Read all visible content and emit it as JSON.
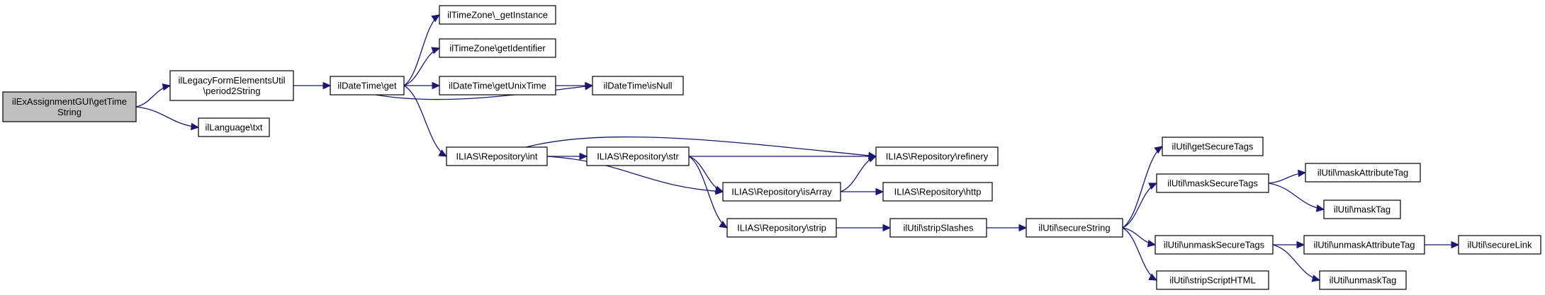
{
  "nodes": [
    {
      "id": "root",
      "lines": [
        "ilExAssignmentGUI\\getTime",
        "String"
      ],
      "root": true
    },
    {
      "id": "period2string",
      "lines": [
        "ilLegacyFormElementsUtil",
        "\\period2String"
      ]
    },
    {
      "id": "txt",
      "lines": [
        "ilLanguage\\txt"
      ]
    },
    {
      "id": "dt_get",
      "lines": [
        "ilDateTime\\get"
      ]
    },
    {
      "id": "tz_getinstance",
      "lines": [
        "ilTimeZone\\_getInstance"
      ]
    },
    {
      "id": "tz_getidentifier",
      "lines": [
        "ilTimeZone\\getIdentifier"
      ]
    },
    {
      "id": "dt_getunixtime",
      "lines": [
        "ilDateTime\\getUnixTime"
      ]
    },
    {
      "id": "dt_isnull",
      "lines": [
        "ilDateTime\\isNull"
      ]
    },
    {
      "id": "repo_int",
      "lines": [
        "ILIAS\\Repository\\int"
      ]
    },
    {
      "id": "repo_str",
      "lines": [
        "ILIAS\\Repository\\str"
      ]
    },
    {
      "id": "repo_refinery",
      "lines": [
        "ILIAS\\Repository\\refinery"
      ]
    },
    {
      "id": "repo_isarray",
      "lines": [
        "ILIAS\\Repository\\isArray"
      ]
    },
    {
      "id": "repo_http",
      "lines": [
        "ILIAS\\Repository\\http"
      ]
    },
    {
      "id": "repo_strip",
      "lines": [
        "ILIAS\\Repository\\strip"
      ]
    },
    {
      "id": "util_stripslashes",
      "lines": [
        "ilUtil\\stripSlashes"
      ]
    },
    {
      "id": "util_securestring",
      "lines": [
        "ilUtil\\secureString"
      ]
    },
    {
      "id": "util_getsecuretags",
      "lines": [
        "ilUtil\\getSecureTags"
      ]
    },
    {
      "id": "util_masksecuretags",
      "lines": [
        "ilUtil\\maskSecureTags"
      ]
    },
    {
      "id": "util_unmasksecuretags",
      "lines": [
        "ilUtil\\unmaskSecureTags"
      ]
    },
    {
      "id": "util_stripscripthtml",
      "lines": [
        "ilUtil\\stripScriptHTML"
      ]
    },
    {
      "id": "util_maskattributetag",
      "lines": [
        "ilUtil\\maskAttributeTag"
      ]
    },
    {
      "id": "util_masktag",
      "lines": [
        "ilUtil\\maskTag"
      ]
    },
    {
      "id": "util_unmaskattributetag",
      "lines": [
        "ilUtil\\unmaskAttributeTag"
      ]
    },
    {
      "id": "util_unmasktag",
      "lines": [
        "ilUtil\\unmaskTag"
      ]
    },
    {
      "id": "util_securelink",
      "lines": [
        "ilUtil\\secureLink"
      ]
    }
  ],
  "edges": [
    [
      "root",
      "period2string"
    ],
    [
      "root",
      "txt"
    ],
    [
      "period2string",
      "dt_get"
    ],
    [
      "dt_get",
      "tz_getinstance"
    ],
    [
      "dt_get",
      "tz_getidentifier"
    ],
    [
      "dt_get",
      "dt_getunixtime"
    ],
    [
      "dt_get",
      "dt_isnull"
    ],
    [
      "dt_get",
      "repo_int"
    ],
    [
      "dt_getunixtime",
      "dt_isnull"
    ],
    [
      "repo_int",
      "repo_refinery"
    ],
    [
      "repo_int",
      "repo_str"
    ],
    [
      "repo_int",
      "repo_isarray"
    ],
    [
      "repo_str",
      "repo_refinery"
    ],
    [
      "repo_str",
      "repo_isarray"
    ],
    [
      "repo_str",
      "repo_strip"
    ],
    [
      "repo_isarray",
      "repo_refinery"
    ],
    [
      "repo_isarray",
      "repo_http"
    ],
    [
      "repo_strip",
      "util_stripslashes"
    ],
    [
      "util_stripslashes",
      "util_securestring"
    ],
    [
      "util_securestring",
      "util_getsecuretags"
    ],
    [
      "util_securestring",
      "util_masksecuretags"
    ],
    [
      "util_securestring",
      "util_unmasksecuretags"
    ],
    [
      "util_securestring",
      "util_stripscripthtml"
    ],
    [
      "util_masksecuretags",
      "util_maskattributetag"
    ],
    [
      "util_masksecuretags",
      "util_masktag"
    ],
    [
      "util_unmasksecuretags",
      "util_unmaskattributetag"
    ],
    [
      "util_unmasksecuretags",
      "util_unmasktag"
    ],
    [
      "util_unmaskattributetag",
      "util_securelink"
    ]
  ]
}
